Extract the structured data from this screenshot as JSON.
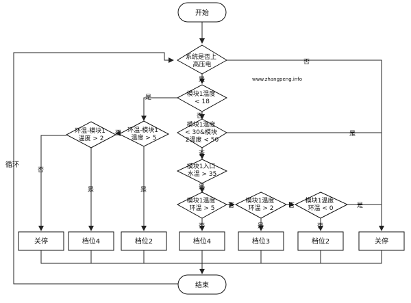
{
  "diagram": {
    "watermark": "www.zhangpeng.info",
    "nodes": {
      "start": "开始",
      "end": "结束",
      "d_power": [
        "系统是否上",
        "高压电"
      ],
      "d_m1_lt18": [
        "模块1温度",
        "< 18"
      ],
      "d_amb_m1_gt2": [
        "环温-模块1",
        "温度 > 2"
      ],
      "d_amb_m1_gt5": [
        "环温-模块1",
        "温度 > 5"
      ],
      "d_m1_m2": [
        "模块1温度",
        "< 30&模块",
        "2温度 < 50"
      ],
      "d_inlet_gt35": [
        "模块1入口",
        "水温 > 35"
      ],
      "d_diff_gt5": [
        "模块1温度",
        "环温 > 5"
      ],
      "d_diff_gt2": [
        "模块1温度",
        "环温 > 2"
      ],
      "d_diff_lt0": [
        "模块1温度",
        "环温 < 0"
      ],
      "p_stop_left": "关停",
      "p_gear4_a": "档位4",
      "p_gear2_a": "档位2",
      "p_gear4_b": "档位4",
      "p_gear3": "档位3",
      "p_gear2_b": "档位2",
      "p_stop_right": "关停"
    },
    "edge_labels": {
      "loop": "循环",
      "power_no": "否",
      "power_yes": "是",
      "m1_yes": "是",
      "m1_no": "否",
      "amb2_no": "否",
      "amb2_yes": "是",
      "amb5_no": "否",
      "amb5_yes": "是",
      "m1m2_yes": "是",
      "m1m2_no": "否",
      "inlet_yes": "是",
      "diff5_no": "否",
      "diff5_yes": "否",
      "diff2_no": "否",
      "diff2_yes": "是",
      "diff0_yes": "是",
      "diff0_no": "否"
    }
  }
}
